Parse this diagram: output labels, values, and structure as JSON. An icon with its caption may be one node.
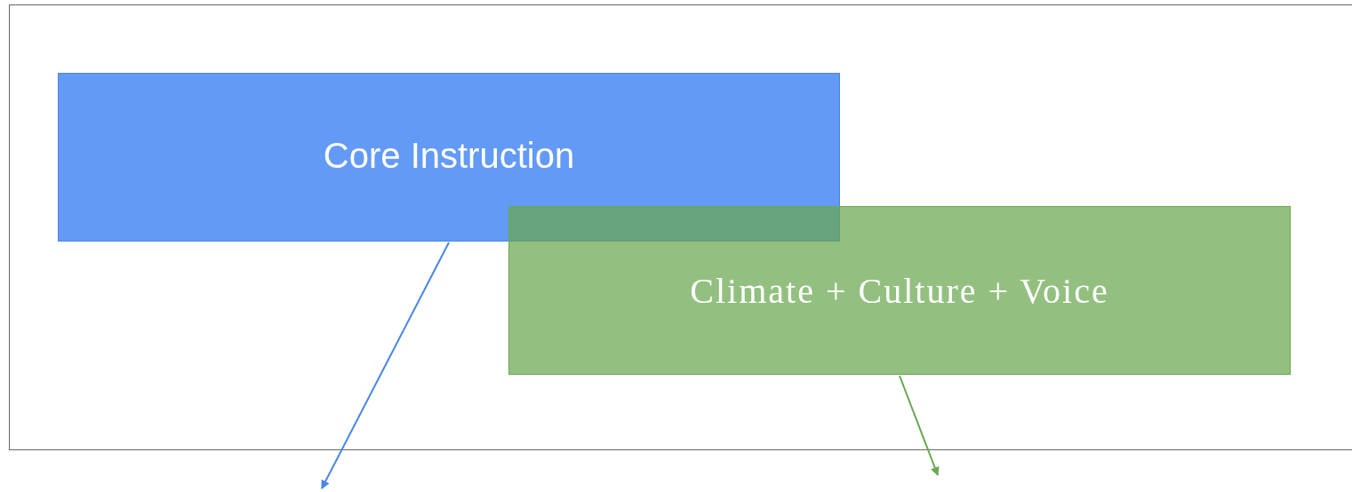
{
  "diagram": {
    "nodes": [
      {
        "text": [
          "Core Instruction"
        ]
      },
      {
        "text": [
          "Climate + Culture + Voice"
        ]
      }
    ],
    "edges": [
      {
        "from": 0,
        "to": null,
        "arrow": "to",
        "color": "#4a86e8"
      },
      {
        "from": 1,
        "to": null,
        "arrow": "to",
        "color": "#6aa84f"
      }
    ]
  }
}
